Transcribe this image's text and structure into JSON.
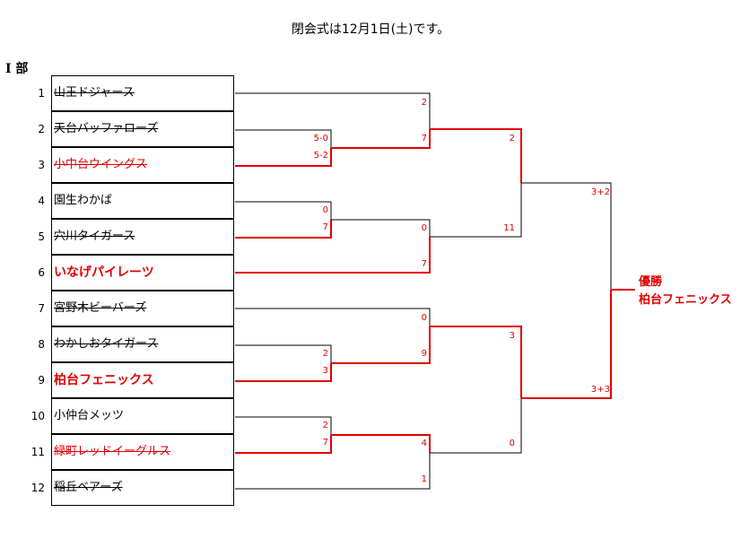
{
  "title": "閉会式は12月1日(土)です。",
  "section": "Ⅰ 部",
  "teams": [
    {
      "seed": "1",
      "name": "山王ドジャース",
      "status": "out"
    },
    {
      "seed": "2",
      "name": "天台バッファローズ",
      "status": "out"
    },
    {
      "seed": "3",
      "name": "小中台ウイングス",
      "status": "out-red"
    },
    {
      "seed": "4",
      "name": "園生わかば",
      "status": "normal"
    },
    {
      "seed": "5",
      "name": "穴川タイガース",
      "status": "out"
    },
    {
      "seed": "6",
      "name": "いなげパイレーツ",
      "status": "red-bold"
    },
    {
      "seed": "7",
      "name": "宮野木ビーバーズ",
      "status": "out"
    },
    {
      "seed": "8",
      "name": "わかしおタイガース",
      "status": "out"
    },
    {
      "seed": "9",
      "name": "柏台フェニックス",
      "status": "red-bold"
    },
    {
      "seed": "10",
      "name": "小仲台メッツ",
      "status": "normal"
    },
    {
      "seed": "11",
      "name": "緑町レッドイーグルス",
      "status": "out-red"
    },
    {
      "seed": "12",
      "name": "稲丘ベアーズ",
      "status": "out"
    }
  ],
  "scores": {
    "r1_a_top": "5-0",
    "r1_a_bot": "5-2",
    "r1_b_top": "0",
    "r1_b_bot": "7",
    "r1_c_top": "2",
    "r1_c_bot": "3",
    "r1_d_top": "2",
    "r1_d_bot": "7",
    "r2_a_top": "2",
    "r2_a_bot": "7",
    "r2_b_top": "0",
    "r2_b_bot": "7",
    "r2_c_top": "0",
    "r2_c_bot": "9",
    "r2_d_top": "4",
    "r2_d_bot": "1",
    "sf_a_top": "2",
    "sf_a_bot": "11",
    "sf_b_top": "3",
    "sf_b_bot": "0",
    "final_top": "3+2",
    "final_bot": "3+3"
  },
  "champion": {
    "label": "優勝",
    "team": "柏台フェニックス"
  },
  "colors": {
    "winner": "#e00000",
    "line": "#000000"
  }
}
